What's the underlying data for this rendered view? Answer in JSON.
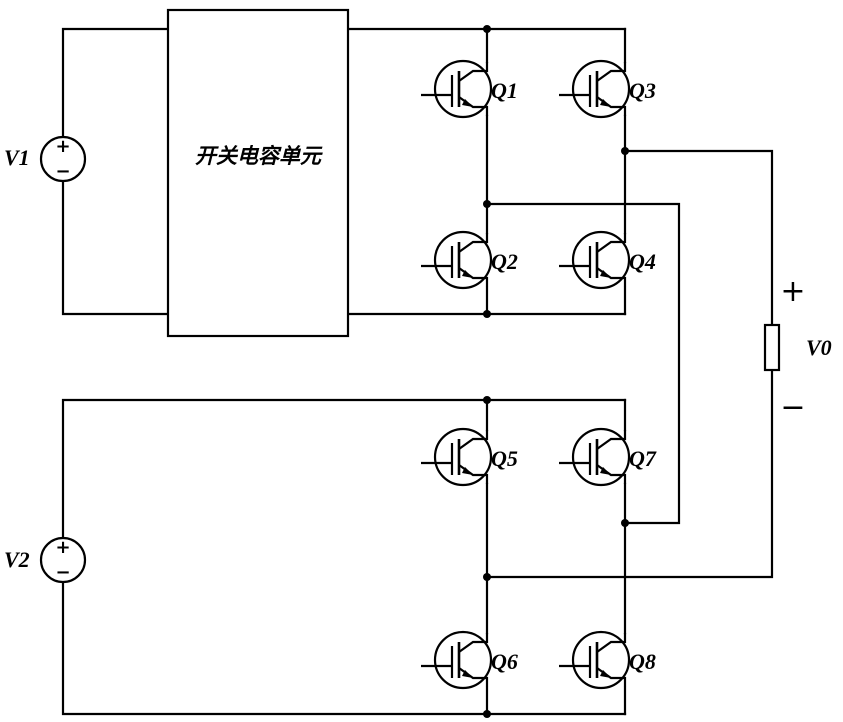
{
  "sources": [
    {
      "id": "v1",
      "label": "V1",
      "plus": "+",
      "minus": "−"
    },
    {
      "id": "v2",
      "label": "V2",
      "plus": "+",
      "minus": "−"
    }
  ],
  "switch_cap_unit": {
    "label": "开关电容单元"
  },
  "transistors": [
    {
      "id": "q1",
      "label": "Q1"
    },
    {
      "id": "q2",
      "label": "Q2"
    },
    {
      "id": "q3",
      "label": "Q3"
    },
    {
      "id": "q4",
      "label": "Q4"
    },
    {
      "id": "q5",
      "label": "Q5"
    },
    {
      "id": "q6",
      "label": "Q6"
    },
    {
      "id": "q7",
      "label": "Q7"
    },
    {
      "id": "q8",
      "label": "Q8"
    }
  ],
  "output": {
    "label": "V0",
    "plus": "+",
    "minus": "−"
  }
}
